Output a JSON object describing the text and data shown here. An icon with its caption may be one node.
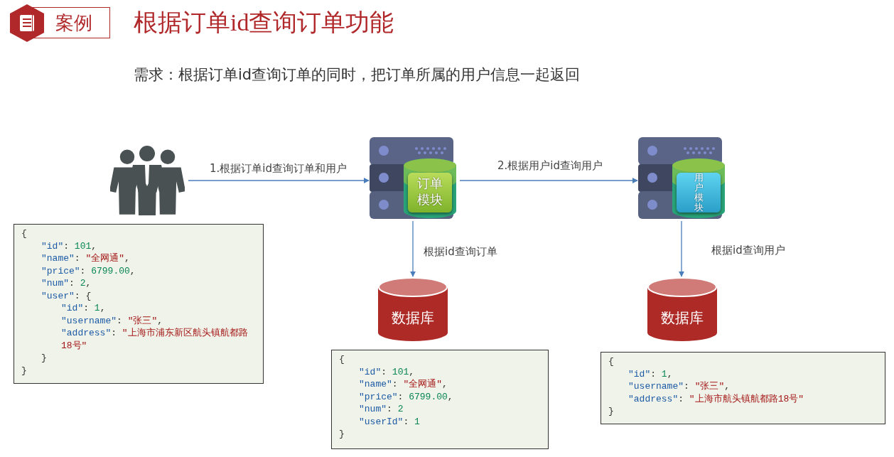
{
  "diagram": {
    "title": "根据订单id查询订单功能",
    "nodes": [
      {
        "text": [
          "案例"
        ]
      },
      {
        "text": [],
        "shape": "person"
      },
      {
        "text": [
          "订单模块"
        ]
      },
      {
        "text": [
          "用户模块"
        ]
      },
      {
        "text": [
          "数据库"
        ]
      },
      {
        "text": [
          "数据库"
        ]
      },
      {
        "text": [
          "{",
          "\"id\": 101,",
          "\"name\": \"全网通\",",
          "\"price\": 6799.00,",
          "\"num\": 2,",
          "\"user\": {",
          "\"id\": 1,",
          "\"username\": \"张三\",",
          "\"address\": \"上海市浦东新区航头镇航都路18号\"",
          "}",
          "}"
        ]
      },
      {
        "text": [
          "{",
          "\"id\": 101,",
          "\"name\": \"全网通\",",
          "\"price\": 6799.00,",
          "\"num\": 2",
          "\"userId\": 1",
          "}"
        ]
      },
      {
        "text": [
          "{",
          "\"id\": 1,",
          "\"username\": \"张三\",",
          "\"address\": \"上海市航头镇航都路18号\"",
          "}"
        ]
      }
    ],
    "edges": [
      {
        "from": 1,
        "to": 2,
        "arrow": "to",
        "label": "1.根据订单id查询订单和用户"
      },
      {
        "from": 2,
        "to": 3,
        "arrow": "to",
        "label": "2.根据用户id查询用户"
      },
      {
        "from": 2,
        "to": 4,
        "arrow": "to",
        "label": "根据id查询订单"
      },
      {
        "from": 3,
        "to": 5,
        "arrow": "to",
        "label": "根据id查询用户"
      }
    ],
    "labels": [
      "需求：根据订单id查询订单的同时，把订单所属的用户信息一起返回"
    ]
  }
}
